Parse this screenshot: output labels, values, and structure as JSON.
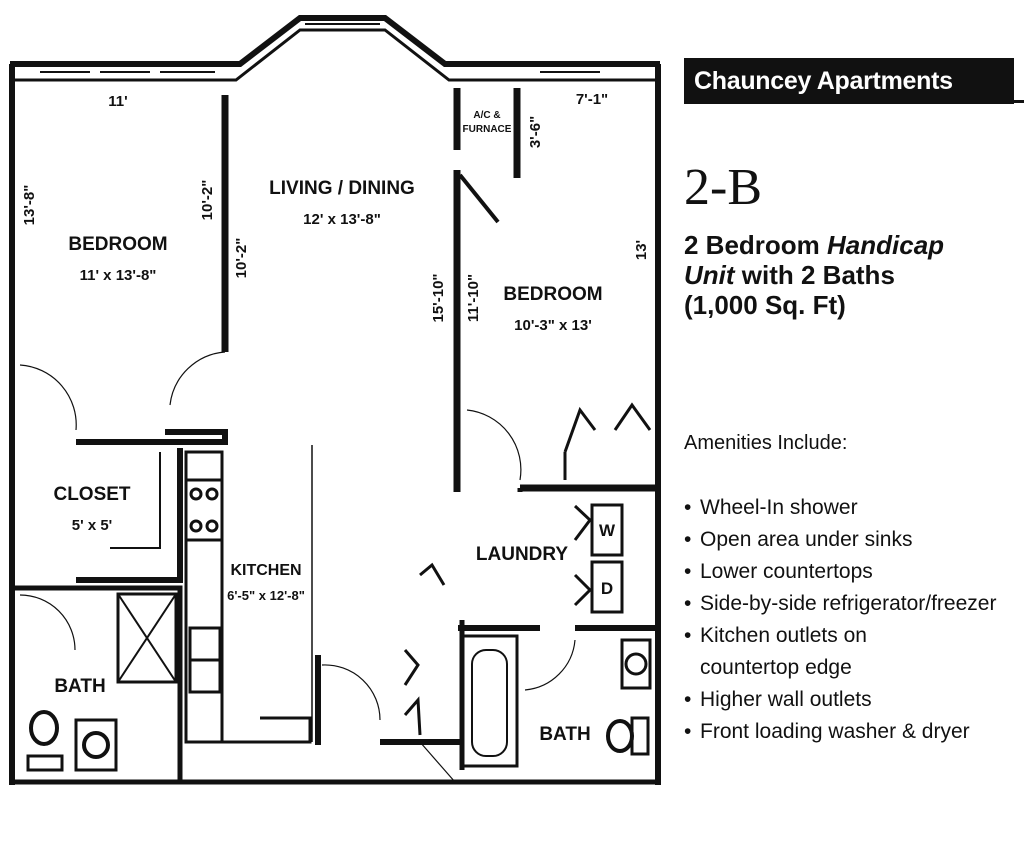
{
  "header": {
    "banner": "Chauncey Apartments",
    "unit": "2-B",
    "desc_line1_plain": "2 Bedroom ",
    "desc_line1_italic": "Handicap",
    "desc_line2_italic": "Unit",
    "desc_line2_plain": " with 2 Baths",
    "desc_line3": "(1,000 Sq. Ft)"
  },
  "amenities": {
    "heading": "Amenities Include:",
    "items": [
      "Wheel-In shower",
      "Open area under sinks",
      "Lower countertops",
      "Side-by-side refrigerator/freezer",
      "Kitchen outlets on",
      "countertop edge",
      "Higher wall outlets",
      "Front loading washer & dryer"
    ]
  },
  "plan": {
    "rooms": {
      "bedroom_left": {
        "name": "BEDROOM",
        "size": "11' x 13'-8\""
      },
      "living": {
        "name": "LIVING / DINING",
        "size": "12' x 13'-8\""
      },
      "bedroom_right": {
        "name": "BEDROOM",
        "size": "10'-3\" x 13'"
      },
      "closet": {
        "name": "CLOSET",
        "size": "5' x 5'"
      },
      "kitchen": {
        "name": "KITCHEN",
        "size": "6'-5\" x 12'-8\""
      },
      "laundry": {
        "name": "LAUNDRY"
      },
      "bath_left": {
        "name": "BATH"
      },
      "bath_right": {
        "name": "BATH"
      },
      "furnace_line1": "A/C &",
      "furnace_line2": "FURNACE"
    },
    "dimensions": {
      "top_left": "11'",
      "top_right": "7'-1\"",
      "left_side": "13'-8\"",
      "mid_a": "10'-2\"",
      "mid_b": "10'-2\"",
      "furnace": "3'-6\"",
      "right_a": "15'-10\"",
      "right_b": "11'-10\"",
      "right_side": "13'"
    },
    "appliances": {
      "washer": "W",
      "dryer": "D"
    }
  }
}
